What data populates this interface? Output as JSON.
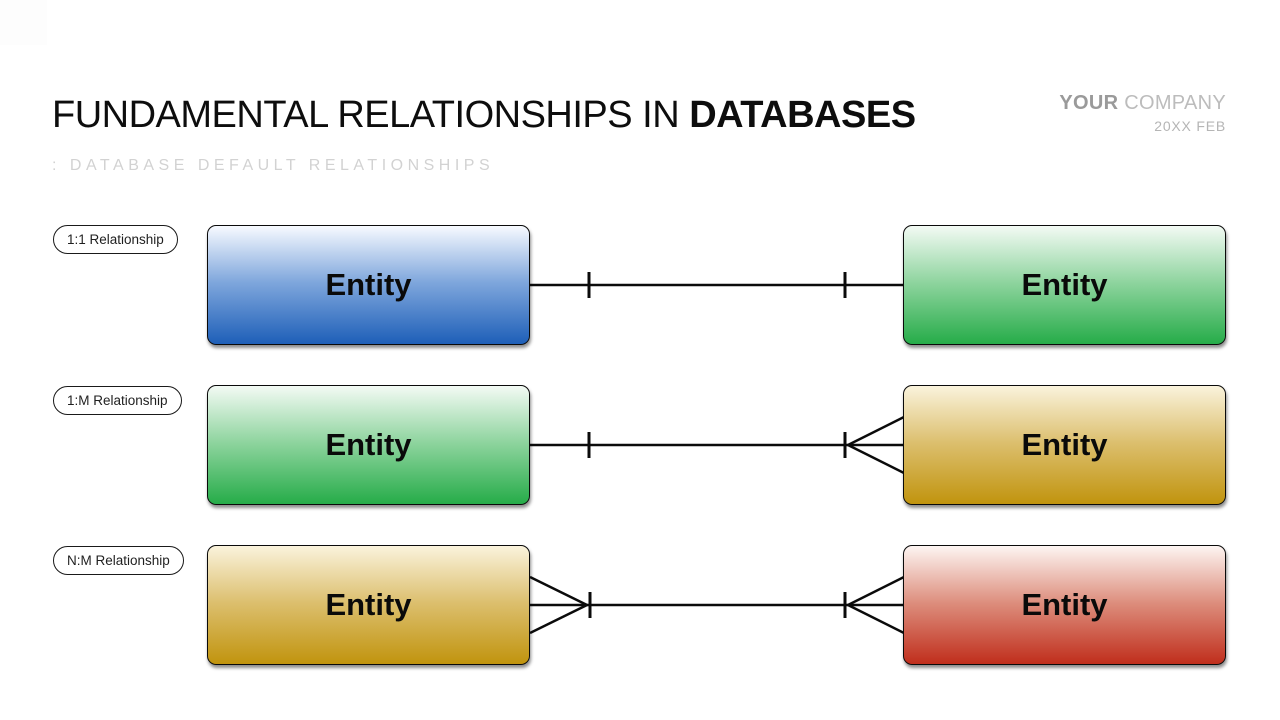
{
  "header": {
    "title_regular": "FUNDAMENTAL RELATIONSHIPS IN ",
    "title_bold": "DATABASES",
    "subtitle": ": DATABASE DEFAULT RELATIONSHIPS",
    "company_bold": "YOUR",
    "company_light": " COMPANY",
    "date": "20XX FEB"
  },
  "colors": {
    "title_text": "#0d0d0d",
    "subtitle_text": "#d2d2d2",
    "line_stroke": "#0b0b0b",
    "pill_border": "#1a1a1a"
  },
  "rows": [
    {
      "label": "1:1 Relationship",
      "left_cardinality": "one",
      "right_cardinality": "one",
      "left_entity": {
        "label": "Entity",
        "color_top": "#f7faff",
        "color_mid": "#7ea6dc",
        "color_bottom": "#1e5fb8",
        "color_name": "blue"
      },
      "right_entity": {
        "label": "Entity",
        "color_top": "#f3faf4",
        "color_mid": "#8ed49e",
        "color_bottom": "#26ac49",
        "color_name": "green"
      }
    },
    {
      "label": "1:M Relationship",
      "left_cardinality": "one",
      "right_cardinality": "many",
      "left_entity": {
        "label": "Entity",
        "color_top": "#f3faf4",
        "color_mid": "#8ed49e",
        "color_bottom": "#26ac49",
        "color_name": "green"
      },
      "right_entity": {
        "label": "Entity",
        "color_top": "#faf3dc",
        "color_mid": "#dcbf6e",
        "color_bottom": "#c1940e",
        "color_name": "gold"
      }
    },
    {
      "label": "N:M Relationship",
      "left_cardinality": "many",
      "right_cardinality": "many",
      "left_entity": {
        "label": "Entity",
        "color_top": "#faf3dc",
        "color_mid": "#dcbf6e",
        "color_bottom": "#c1940e",
        "color_name": "gold"
      },
      "right_entity": {
        "label": "Entity",
        "color_top": "#fdf5f2",
        "color_mid": "#dd8e7d",
        "color_bottom": "#c02e1c",
        "color_name": "red"
      }
    }
  ]
}
